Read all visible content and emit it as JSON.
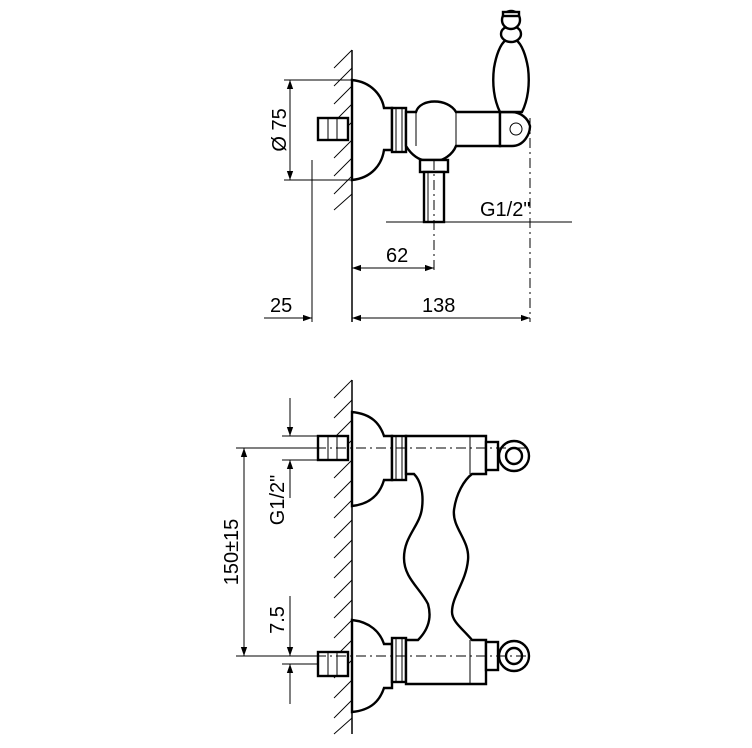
{
  "side_view": {
    "diameter_label": "Ø 75",
    "thread_label": "G1/2\"",
    "offset_label": "62",
    "wall_depth_label": "25",
    "overall_depth_label": "138"
  },
  "front_view": {
    "thread_label": "G1/2\"",
    "centers_label": "150±15",
    "offset_label": "7.5"
  }
}
